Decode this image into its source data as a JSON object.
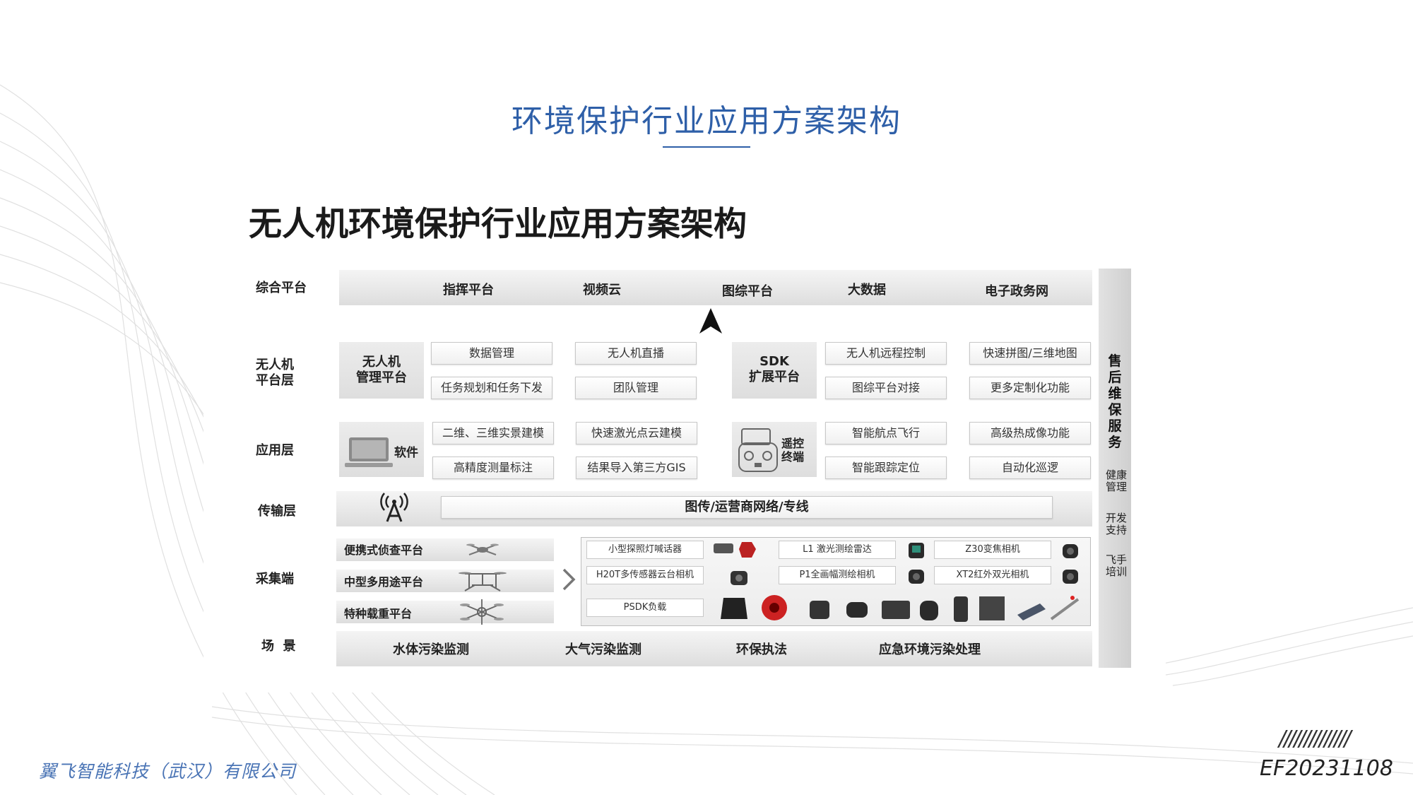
{
  "slide_title": "环境保护行业应用方案架构",
  "main_heading": "无人机环境保护行业应用方案架构",
  "rows": {
    "integrated": {
      "label": "综合平台",
      "items": [
        "指挥平台",
        "视频云",
        "图综平台",
        "大数据",
        "电子政务网"
      ]
    },
    "uav_platform": {
      "label": "无人机平台层",
      "label_lines": [
        "无人机",
        "平台层"
      ],
      "mgmt_block_lines": [
        "无人机",
        "管理平台"
      ],
      "mgmt_items": [
        "数据管理",
        "任务规划和任务下发",
        "无人机直播",
        "团队管理"
      ],
      "sdk_block_lines": [
        "SDK",
        "扩展平台"
      ],
      "sdk_items": [
        "无人机远程控制",
        "图综平台对接",
        "快速拼图/三维地图",
        "更多定制化功能"
      ]
    },
    "application": {
      "label": "应用层",
      "software_label": "软件",
      "software_items": [
        "二维、三维实景建模",
        "高精度测量标注",
        "快速激光点云建模",
        "结果导入第三方GIS"
      ],
      "remote_lines": [
        "遥控",
        "终端"
      ],
      "remote_items": [
        "智能航点飞行",
        "智能跟踪定位",
        "高级热成像功能",
        "自动化巡逻"
      ]
    },
    "transport": {
      "label": "传输层",
      "bar_text": "图传/运营商网络/专线"
    },
    "collection": {
      "label": "采集端",
      "platforms": [
        "便携式侦查平台",
        "中型多用途平台",
        "特种载重平台"
      ],
      "payloads": [
        "小型探照灯喊话器",
        "H20T多传感器云台相机",
        "PSDK负载",
        "L1 激光测绘雷达",
        "P1全画幅测绘相机",
        "Z30变焦相机",
        "XT2红外双光相机"
      ]
    },
    "scene": {
      "label": "场  景",
      "items": [
        "水体污染监测",
        "大气污染监测",
        "环保执法",
        "应急环境污染处理"
      ]
    }
  },
  "service": {
    "title": "售后维保服务",
    "title_chars": [
      "售",
      "后",
      "维",
      "保",
      "服",
      "务"
    ],
    "items": [
      {
        "lines": [
          "健康",
          "管理"
        ]
      },
      {
        "lines": [
          "开发",
          "支持"
        ]
      },
      {
        "lines": [
          "飞手",
          "培训"
        ]
      }
    ]
  },
  "footer": {
    "company": "翼飞智能科技（武汉）有限公司",
    "slashes": "//////////////",
    "code": "EF20231108"
  },
  "colors": {
    "title_blue": "#2e5fa8",
    "company_blue": "#4a74b5",
    "band_gray": "#e4e4e4"
  }
}
